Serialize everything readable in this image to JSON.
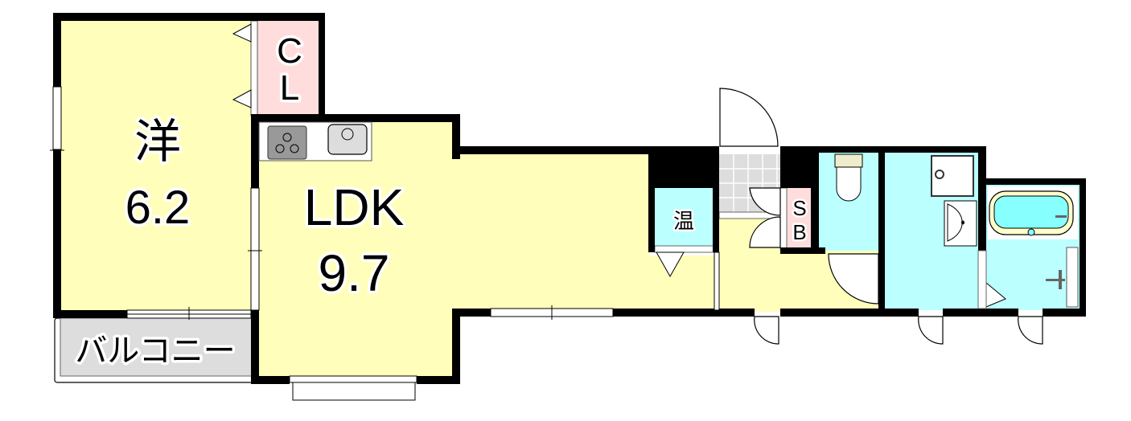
{
  "floor_plan": {
    "colors": {
      "wall": "#000000",
      "room_yellow": "#ffffbb",
      "wet_area_cyan": "#bbffff",
      "closet_pink": "#ffdddd",
      "balcony_gray": "#dddddd",
      "entrance_tile": "#dddddd",
      "cooktop_gray": "#999999",
      "sink_gray": "#dddddd",
      "bathtub_water": "#88ffff",
      "bathtub_rim": "#ffffcc"
    },
    "rooms": {
      "western_room": {
        "name": "洋",
        "size": "6.2"
      },
      "ldk": {
        "name": "LDK",
        "size": "9.7"
      },
      "closet": {
        "line1": "C",
        "line2": "L"
      },
      "water_heater": {
        "name": "温"
      },
      "shoe_box": {
        "line1": "S",
        "line2": "B"
      },
      "balcony": {
        "name": "バルコニー"
      }
    },
    "fixtures": [
      "stove-icon",
      "kitchen-sink-icon",
      "toilet-icon",
      "washing-machine-pan-icon",
      "washbasin-icon",
      "bathtub-icon",
      "shower-faucet-icon"
    ]
  }
}
